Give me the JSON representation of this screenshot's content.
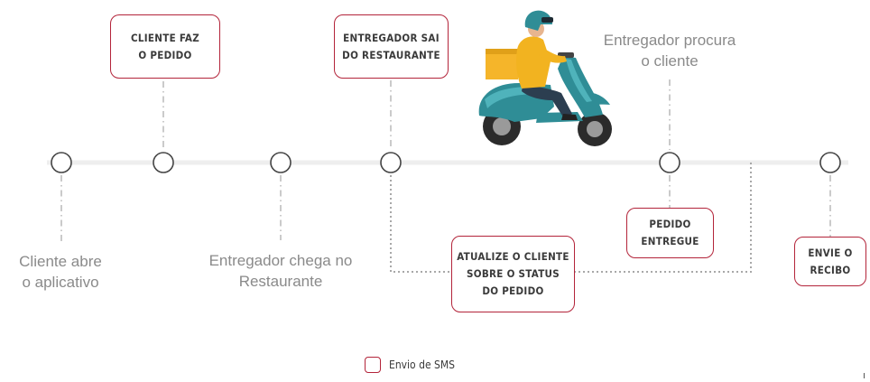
{
  "sms_steps": [
    {
      "id": "cliente-faz-pedido",
      "label": "CLIENTE FAZ\nO PEDIDO"
    },
    {
      "id": "entregador-sai",
      "label": "ENTREGADOR SAI\nDO RESTAURANTE"
    },
    {
      "id": "atualize-cliente",
      "label": "ATUALIZE O CLIENTE\nSOBRE O STATUS\nDO PEDIDO"
    },
    {
      "id": "pedido-entregue",
      "label": "PEDIDO\nENTREGUE"
    },
    {
      "id": "envie-recibo",
      "label": "ENVIE O\nRECIBO"
    }
  ],
  "plain_steps": [
    {
      "id": "cliente-abre",
      "label": "Cliente abre\no aplicativo"
    },
    {
      "id": "entregador-chega",
      "label": "Entregador chega no\nRestaurante"
    },
    {
      "id": "entregador-procura",
      "label": "Entregador procura\no cliente"
    }
  ],
  "legend": {
    "label": "Envio de SMS"
  },
  "colors": {
    "accent": "#b3243a",
    "timeline": "#eeeeee",
    "connector": "#a8a8a8",
    "node_stroke": "#444444",
    "scooter_body": "#2f8d96",
    "rider_jacket": "#f2b320",
    "delivery_box": "#f5b52a"
  },
  "icons": {
    "illustration": "delivery-scooter-icon"
  }
}
